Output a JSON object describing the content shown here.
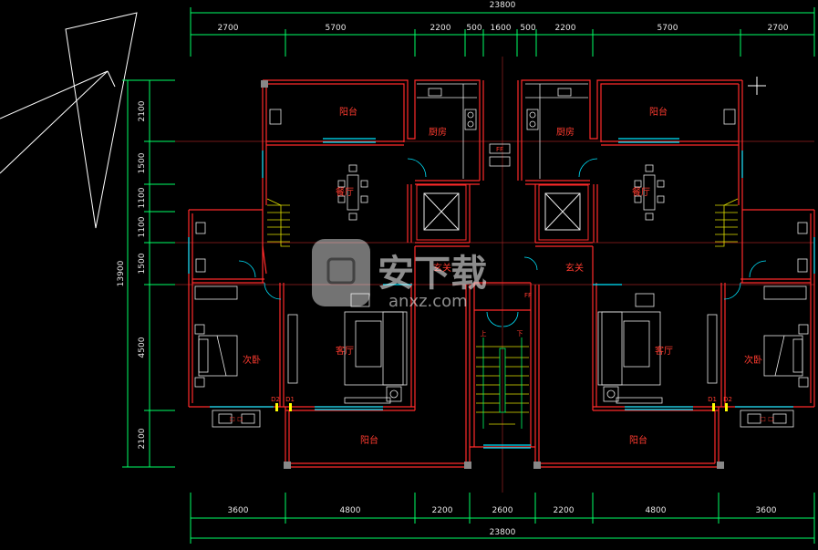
{
  "overall_dimension_top": "23800",
  "overall_dimension_bottom": "23800",
  "top_dimensions": [
    "2700",
    "5700",
    "2200",
    "500",
    "1600",
    "500",
    "2200",
    "5700",
    "2700"
  ],
  "bottom_dimensions": [
    "3600",
    "4800",
    "2200",
    "2600",
    "2200",
    "4800",
    "3600"
  ],
  "left_dimensions": [
    "2100",
    "1500",
    "1100",
    "1100",
    "1500",
    "4500",
    "2100"
  ],
  "left_overall_dimension": "13900",
  "rooms": {
    "balcony_top_left": "阳台",
    "kitchen_left": "厨房",
    "kitchen_right": "厨房",
    "balcony_top_right": "阳台",
    "dining_left": "餐厅",
    "dining_right": "餐厅",
    "entry_left": "玄关",
    "entry_right": "玄关",
    "living_left": "客厅",
    "living_right": "客厅",
    "bedroom_left": "次卧",
    "bedroom_right": "次卧",
    "balcony_bottom_left": "阳台",
    "balcony_bottom_right": "阳台"
  },
  "door_tags": {
    "d1_left": "D1",
    "d2_left": "D2",
    "d1_right": "D1",
    "d2_right": "D2",
    "fire_box": "FF"
  },
  "stair_tags": {
    "up": "上",
    "down": "下"
  },
  "vent_tags": {
    "left": "☐ ☐",
    "right": "☐ ☐"
  },
  "watermark": {
    "main": "安下载",
    "sub": "anxz.com"
  },
  "colors": {
    "wall": "#ff2a2a",
    "dimension": "#00ff66",
    "cyan": "#00e5ff",
    "yellow": "#ffff00",
    "text": "#e8e8e8",
    "background": "#000000"
  }
}
